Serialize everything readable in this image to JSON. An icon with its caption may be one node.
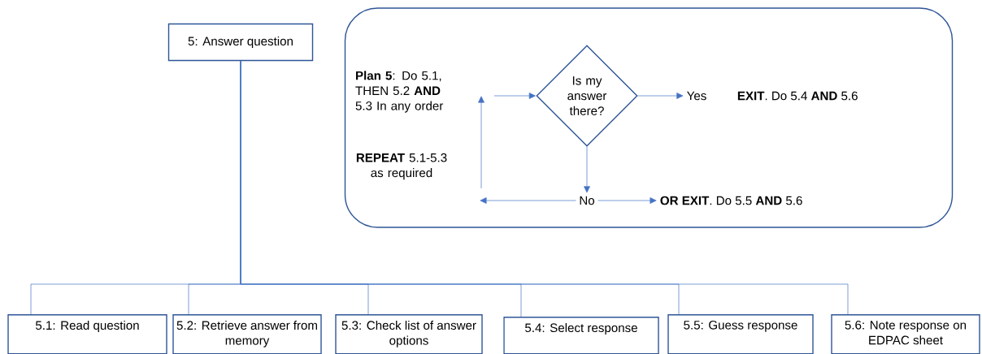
{
  "diagram": {
    "nodes": [
      {
        "text": [
          "5: Answer question"
        ]
      },
      {
        "text": [],
        "shape": "box"
      },
      {
        "text": [
          "Is my answer there?"
        ],
        "in": 1
      },
      {
        "text": [
          "Yes"
        ],
        "in": 1
      },
      {
        "text": [
          "**EXIT**. Do 5.4 **AND** 5.6"
        ],
        "in": 1
      },
      {
        "text": [
          "No"
        ],
        "in": 1
      },
      {
        "text": [
          "**OR EXIT**. Do 5.5 **AND** 5.6"
        ],
        "in": 1
      },
      {
        "text": [
          "5.1: Read question"
        ]
      },
      {
        "text": [
          "5.2: Retrieve answer from memory"
        ]
      },
      {
        "text": [
          "5.3: Check list of answer options"
        ]
      },
      {
        "text": [
          "5.4: Select response"
        ]
      },
      {
        "text": [
          "5.5: Guess response"
        ]
      },
      {
        "text": [
          "5.6: Note response on EDPAC sheet"
        ]
      }
    ],
    "edges": [
      {
        "from": null,
        "to": 2,
        "arrow": "to"
      },
      {
        "from": 2,
        "to": 3,
        "arrow": "to"
      },
      {
        "from": 2,
        "to": 5,
        "arrow": "to"
      },
      {
        "from": 5,
        "to": 6,
        "arrow": "to"
      },
      {
        "from": 5,
        "to": null,
        "arrow": "to"
      },
      {
        "from": 0,
        "to": 7,
        "arrow": "none"
      },
      {
        "from": 0,
        "to": 8,
        "arrow": "none"
      },
      {
        "from": 0,
        "to": 9,
        "arrow": "none"
      },
      {
        "from": 0,
        "to": 10,
        "arrow": "none"
      },
      {
        "from": 0,
        "to": 11,
        "arrow": "none"
      },
      {
        "from": 0,
        "to": 12,
        "arrow": "none"
      }
    ],
    "labels": [
      "**Plan 5**: Do 5.1, THEN 5.2 **AND** 5.3 In any order",
      "**REPEAT** 5.1-5.3 as required"
    ]
  }
}
